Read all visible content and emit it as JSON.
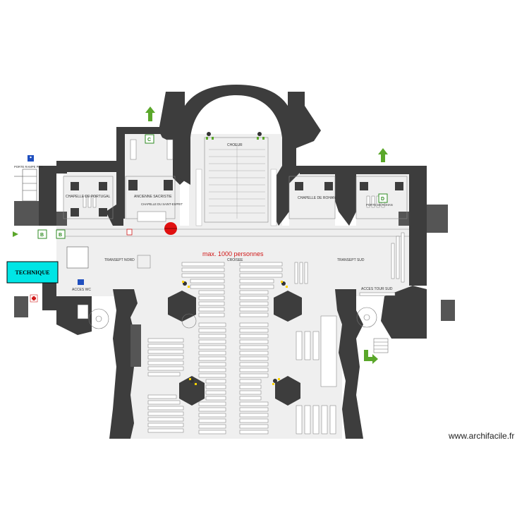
{
  "labels": {
    "choeur": "CHOEUR",
    "chapelle_portugal": "CHAPELLE DE PORTUGAL",
    "ancienne_sacristie": "ANCIENNE SACRISTIE",
    "chapelle_saint_esprit": "CHAPELLE DU SAINT-ESPRIT",
    "chapelle_rohan": "CHAPELLE DE ROHAN",
    "porte_rohan": "PORTE DE ROHAN",
    "porte_rampe": "PORTE RAMPE PMR",
    "transept_nord": "TRANSEPT NORD",
    "transept_sud": "TRANSEPT SUD",
    "croisee": "CROISEE",
    "acces_wc": "ACCES WC",
    "acces_tour_sud": "ACCES TOUR SUD",
    "capacity": "max. 1000 personnes",
    "technique": "TECHNIQUE"
  },
  "zones": {
    "b_left": "B",
    "b_right": "B",
    "c": "C",
    "d": "D"
  },
  "credit": "www.archifacile.fr",
  "colors": {
    "wall": "#3d3d3d",
    "floor": "#efefef",
    "exit_arrow": "#5aa72a",
    "capacity_text": "#d01818",
    "technique_box": "#00e5e5",
    "fire_point": "#e01010",
    "zone_marker": "#2e8b22",
    "access_sign": "#1f4fbf"
  },
  "icons": [
    "exit-arrow-icon",
    "wheelchair-icon",
    "first-aid-icon",
    "fire-extinguisher-icon",
    "camera-icon",
    "toilet-icon"
  ]
}
